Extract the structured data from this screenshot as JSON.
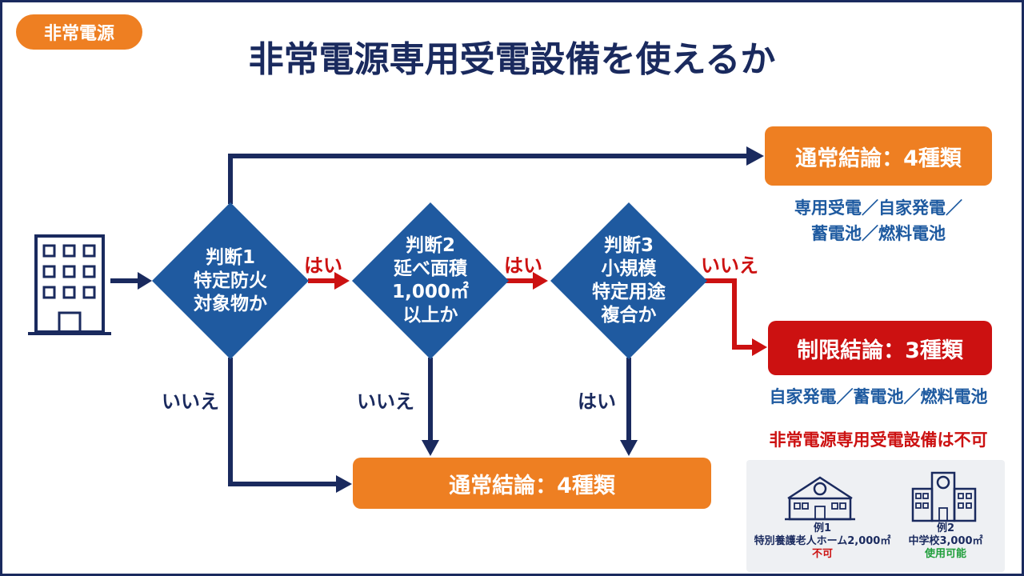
{
  "tag": "非常電源",
  "title": "非常電源専用受電設備を使えるか",
  "decisions": [
    {
      "label": "判断1",
      "lines": [
        "特定防火",
        "対象物か"
      ]
    },
    {
      "label": "判断2",
      "lines": [
        "延べ面積",
        "1,000㎡",
        "以上か"
      ]
    },
    {
      "label": "判断3",
      "lines": [
        "小規模",
        "特定用途",
        "複合か"
      ]
    }
  ],
  "edge_labels": {
    "d1_yes": "はい",
    "d2_yes": "はい",
    "d3_no_right": "いいえ",
    "d1_no": "いいえ",
    "d2_no": "いいえ",
    "d3_yes_down": "はい"
  },
  "outcomes": {
    "top": {
      "label": "通常結論：4種類",
      "sub_lines": [
        "専用受電／自家発電／",
        "蓄電池／燃料電池"
      ]
    },
    "restricted": {
      "label": "制限結論：3種類",
      "sub": "自家発電／蓄電池／燃料電池",
      "warning": "非常電源専用受電設備は不可"
    },
    "bottom": {
      "label": "通常結論：4種類"
    }
  },
  "examples": [
    {
      "title": "例1",
      "name": "特別養護老人ホーム2,000㎡",
      "result": "不可"
    },
    {
      "title": "例2",
      "name": "中学校3,000㎡",
      "result": "使用可能"
    }
  ],
  "colors": {
    "navy": "#1a2a5e",
    "diamond": "#1f5aa0",
    "orange": "#ee7f22",
    "red": "#cc1111",
    "green": "#1f9e3a"
  }
}
